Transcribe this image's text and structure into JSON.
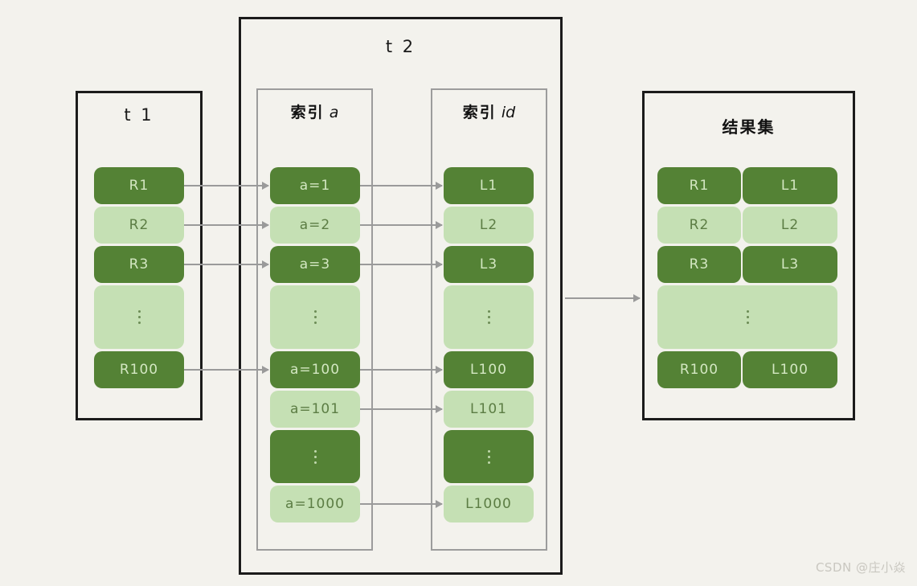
{
  "diagram": {
    "background_color": "#f3f2ed",
    "dark_green": "#548235",
    "light_green": "#c5e0b4",
    "arrow_color": "#9a9a9a",
    "frame_color": "#1b1b1b",
    "inner_frame_color": "#9c9c9c"
  },
  "t1": {
    "title": "t 1",
    "rows": [
      {
        "label": "R1",
        "shade": "dark"
      },
      {
        "label": "R2",
        "shade": "light"
      },
      {
        "label": "R3",
        "shade": "dark"
      },
      {
        "label": "⋮",
        "shade": "light",
        "is_dots": true
      },
      {
        "label": "R100",
        "shade": "dark"
      }
    ]
  },
  "t2": {
    "title": "t 2",
    "index_a": {
      "title": "索引 a",
      "title_cjk": "索引",
      "title_tail": " a",
      "rows": [
        {
          "label": "a=1",
          "shade": "dark"
        },
        {
          "label": "a=2",
          "shade": "light"
        },
        {
          "label": "a=3",
          "shade": "dark"
        },
        {
          "label": "⋮",
          "shade": "light",
          "is_dots": true
        },
        {
          "label": "a=100",
          "shade": "dark"
        },
        {
          "label": "a=101",
          "shade": "light"
        },
        {
          "label": "⋮",
          "shade": "dark",
          "is_dots": true
        },
        {
          "label": "a=1000",
          "shade": "light"
        }
      ]
    },
    "index_id": {
      "title": "索引 id",
      "title_cjk": "索引",
      "title_tail": " id",
      "rows": [
        {
          "label": "L1",
          "shade": "dark"
        },
        {
          "label": "L2",
          "shade": "light"
        },
        {
          "label": "L3",
          "shade": "dark"
        },
        {
          "label": "⋮",
          "shade": "light",
          "is_dots": true
        },
        {
          "label": "L100",
          "shade": "dark"
        },
        {
          "label": "L101",
          "shade": "light"
        },
        {
          "label": "⋮",
          "shade": "dark",
          "is_dots": true
        },
        {
          "label": "L1000",
          "shade": "light"
        }
      ]
    }
  },
  "result_set": {
    "title": "结果集",
    "rows": [
      {
        "left": "R1",
        "right": "L1",
        "shade": "dark"
      },
      {
        "left": "R2",
        "right": "L2",
        "shade": "light"
      },
      {
        "left": "R3",
        "right": "L3",
        "shade": "dark"
      },
      {
        "left": "⋮",
        "right": "",
        "shade": "light",
        "is_dots": true
      },
      {
        "left": "R100",
        "right": "L100",
        "shade": "dark"
      }
    ]
  },
  "watermark": "CSDN @庄小焱"
}
